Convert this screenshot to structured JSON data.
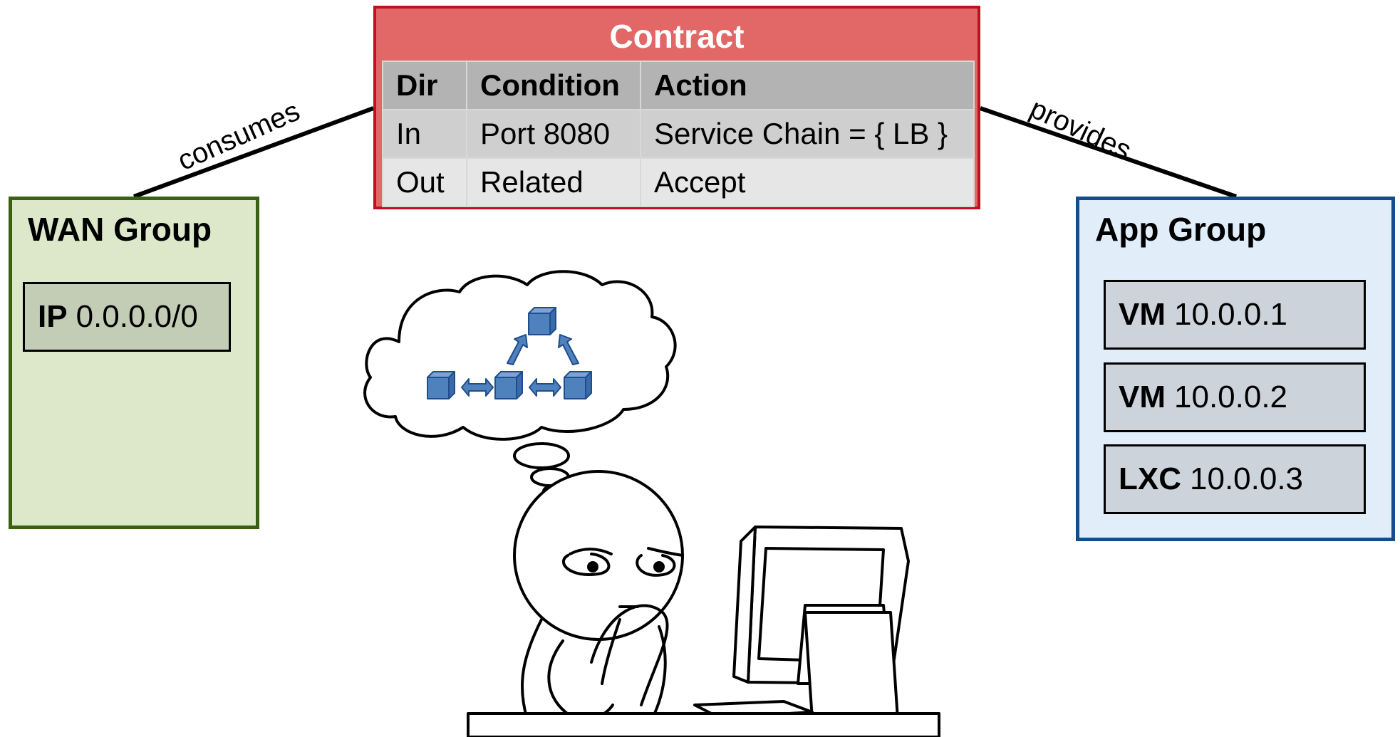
{
  "contract": {
    "title": "Contract",
    "columns": [
      "Dir",
      "Condition",
      "Action"
    ],
    "rows": [
      [
        "In",
        "Port 8080",
        "Service Chain = { LB }"
      ],
      [
        "Out",
        "Related",
        "Accept"
      ]
    ]
  },
  "edges": {
    "consumes": "consumes",
    "provides": "provides"
  },
  "wan_group": {
    "title": "WAN Group",
    "members": [
      {
        "kind": "IP",
        "value": "0.0.0.0/0"
      }
    ]
  },
  "app_group": {
    "title": "App Group",
    "members": [
      {
        "kind": "VM",
        "value": "10.0.0.1"
      },
      {
        "kind": "VM",
        "value": "10.0.0.2"
      },
      {
        "kind": "LXC",
        "value": "10.0.0.3"
      }
    ]
  },
  "colors": {
    "contract_fill": "#e26767",
    "contract_border": "#c00f1f",
    "wan_border": "#3c6012",
    "wan_fill": "#dde8cb",
    "app_border": "#174c8b",
    "app_fill": "#e1eefa",
    "cube_blue": "#4f81bd"
  },
  "illustration": {
    "icon": "thinking-person-at-computer-icon",
    "thought_icon": "service-chain-cubes-icon"
  }
}
